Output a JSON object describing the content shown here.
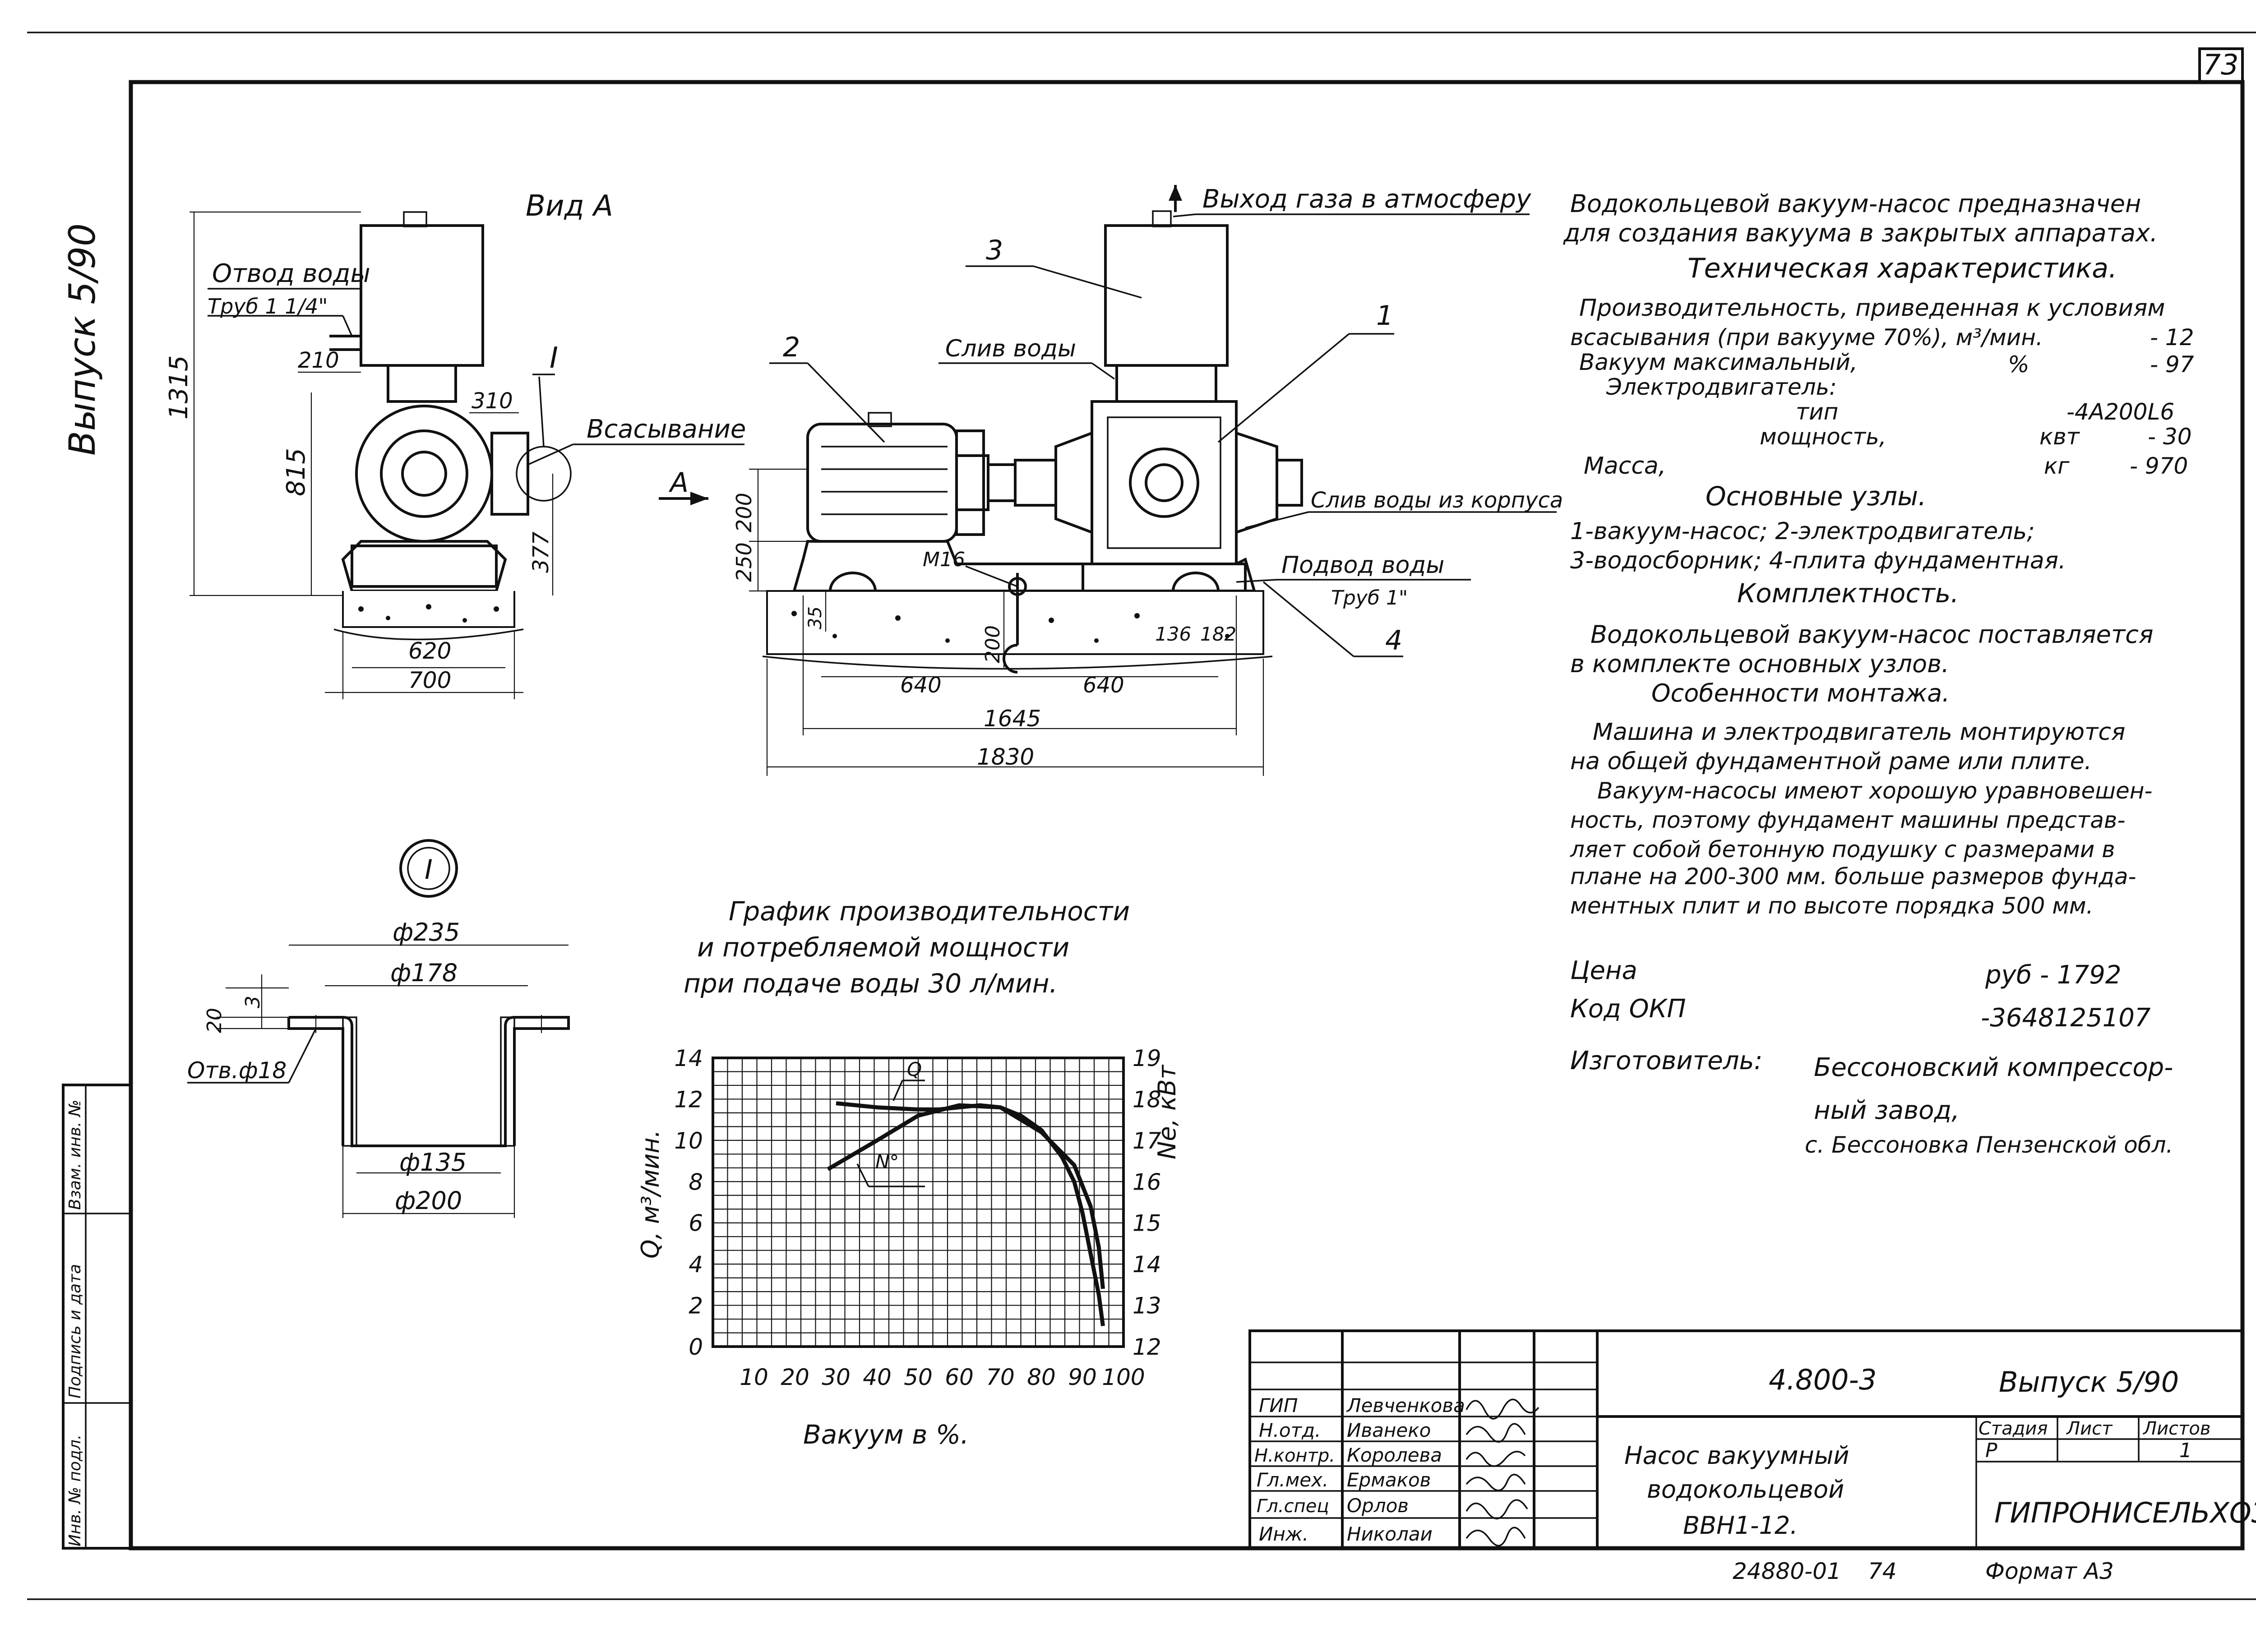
{
  "sheet_number": "73",
  "side_label": "Выпуск 5/90",
  "view_a": {
    "title": "Вид А",
    "labels": {
      "water_outlet": "Отвод воды",
      "water_outlet_pipe": "Труб 1 1/4\"",
      "suction": "Всасывание",
      "section_mark": "I"
    },
    "dims": [
      "1315",
      "815",
      "210",
      "310",
      "377",
      "620",
      "700"
    ]
  },
  "main_view": {
    "labels": {
      "gas_exit": "Выход газа в атмосферу",
      "water_drain": "Слив воды",
      "water_drain_body": "Слив воды из корпуса",
      "water_supply": "Подвод воды",
      "water_supply_pipe": "Труб 1\"",
      "view_arrow": "А",
      "bolt": "М16"
    },
    "positions": [
      "1",
      "2",
      "3",
      "4"
    ],
    "dims": [
      "200",
      "250",
      "35",
      "200",
      "136",
      "182",
      "640",
      "640",
      "1645",
      "1830"
    ]
  },
  "detail_i": {
    "mark": "I",
    "dims": [
      "ф235",
      "ф178",
      "3",
      "20",
      "Отв.ф18",
      "ф135",
      "ф200"
    ]
  },
  "graph": {
    "title_lines": [
      "График производительности",
      "и потребляемой мощности",
      "при подаче воды 30 л/мин."
    ],
    "y_left_label": "Q, м³/мин.",
    "y_right_label": "Nе, кВт",
    "x_label": "Вакуум в %.",
    "curve_labels": {
      "q": "Q",
      "n": "N°"
    }
  },
  "chart_data": {
    "type": "line",
    "x_ticks": [
      "10",
      "20",
      "30",
      "40",
      "50",
      "60",
      "70",
      "80",
      "90",
      "100"
    ],
    "y_left_ticks": [
      "0",
      "2",
      "4",
      "6",
      "8",
      "10",
      "12",
      "14"
    ],
    "y_right_ticks": [
      "12",
      "13",
      "14",
      "15",
      "16",
      "17",
      "18",
      "19"
    ],
    "xlim": [
      0,
      100
    ],
    "ylim_left": [
      0,
      14
    ],
    "ylim_right": [
      12,
      19
    ],
    "series": [
      {
        "name": "Q",
        "axis": "left",
        "x": [
          30,
          40,
          50,
          55,
          60,
          65,
          70,
          75,
          80,
          85,
          88,
          90,
          92,
          94,
          95
        ],
        "y": [
          11.8,
          11.6,
          11.5,
          11.5,
          11.6,
          11.7,
          11.6,
          11.2,
          10.5,
          9.2,
          8.0,
          6.5,
          4.5,
          2.5,
          1.0
        ]
      },
      {
        "name": "N°",
        "axis": "right",
        "x": [
          28,
          40,
          50,
          60,
          70,
          80,
          88,
          92,
          94,
          95
        ],
        "y": [
          16.3,
          17.0,
          17.6,
          17.85,
          17.8,
          17.2,
          16.4,
          15.4,
          14.4,
          13.4
        ]
      }
    ],
    "grid": true
  },
  "description": {
    "intro": [
      "Водокольцевой вакуум-насос предназначен",
      "для создания вакуума в закрытых аппаратах."
    ],
    "spec_title": "Техническая характеристика.",
    "spec_lines": [
      [
        "Производительность, приведенная к условиям",
        "",
        ""
      ],
      [
        "всасывания (при вакууме 70%), м³/мин.",
        "",
        "- 12"
      ],
      [
        "Вакуум максимальный,",
        "%",
        "- 97"
      ],
      [
        "Электродвигатель:",
        "",
        ""
      ],
      [
        "тип",
        "",
        "-4А200L6"
      ],
      [
        "мощность,",
        "квт",
        "- 30"
      ],
      [
        "Масса,",
        "кг",
        "- 970"
      ]
    ],
    "units_title": "Основные узлы.",
    "units_lines": [
      "1-вакуум-насос; 2-электродвигатель;",
      "3-водосборник; 4-плита фундаментная."
    ],
    "kit_title": "Комплектность.",
    "kit_lines": [
      "Водокольцевой вакуум-насос поставляется",
      "в комплекте основных узлов."
    ],
    "mount_title": "Особенности монтажа.",
    "mount_lines": [
      "Машина и электродвигатель монтируются",
      "на общей фундаментной раме или плите.",
      "Вакуум-насосы имеют хорошую уравновешен-",
      "ность, поэтому фундамент машины представ-",
      "ляет собой бетонную подушку с размерами в",
      "плане на 200-300 мм. больше размеров фунда-",
      "ментных плит и по высоте порядка 500 мм."
    ],
    "price_label": "Цена",
    "price_value": "руб - 1792",
    "okp_label": "Код ОКП",
    "okp_value": "-3648125107",
    "maker_label": "Изготовитель:",
    "maker_lines": [
      "Бессоновский компрессор-",
      "ный завод,",
      "с. Бессоновка  Пензенской обл."
    ]
  },
  "title_block": {
    "doc_code": "4.800-3",
    "issue": "Выпуск 5/90",
    "title_lines": [
      "Насос вакуумный",
      "водокольцевой",
      "ВВН1-12."
    ],
    "stage_header": "Стадия",
    "sheet_header": "Лист",
    "sheets_header": "Листов",
    "stage": "Р",
    "sheet": "",
    "sheets": "1",
    "org": "ГИПРОНИСЕЛЬХОЗ",
    "roles": [
      {
        "role": "ГИП",
        "name": "Левченкова"
      },
      {
        "role": "Н.отд.",
        "name": "Иванеко"
      },
      {
        "role": "Н.контр.",
        "name": "Королева"
      },
      {
        "role": "Гл.мех.",
        "name": "Ермаков"
      },
      {
        "role": "Гл.спец",
        "name": "Орлов"
      },
      {
        "role": "Инж.",
        "name": "Николаи"
      }
    ],
    "footer_code": "24880-01",
    "footer_num": "74",
    "format": "Формат А3"
  },
  "left_strip": {
    "cells": [
      "Инв. № подл.",
      "Подпись и дата",
      "Взам. инв. №"
    ]
  }
}
